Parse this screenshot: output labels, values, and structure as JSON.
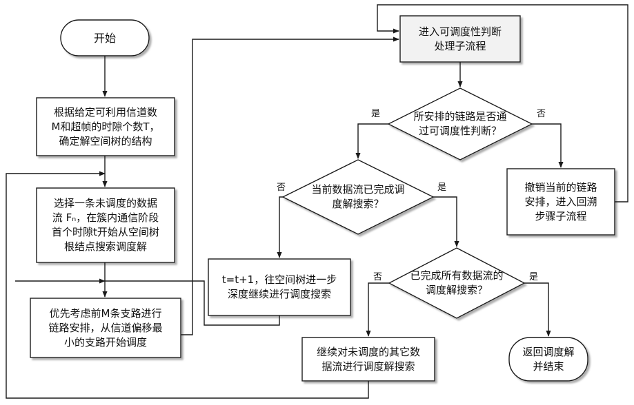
{
  "nodes": {
    "start": "开始",
    "determine_tree": "根据给定可利用信道数\nM和超帧的时隙个数T，\n确定解空间树的结构",
    "select_flow": "选择一条未调度的数据\n流 Fₙ，在簇内通信阶段\n首个时隙t开始从空间树\n根结点搜索调度解",
    "prioritize_branches": "优先考虑前M条支路进行\n链路安排，从信道偏移最\n小的支路开始调度",
    "schedulability_subflow": "进入可调度性判断\n处理子流程",
    "decision_schedulable": "所安排的链路是否通\n过可调度性判断？",
    "revoke_backtrack": "撤销当前的链路\n安排，进入回溯\n步骤子流程",
    "decision_flow_done": "当前数据流已完成调\n度解搜索？",
    "advance_tree": "t=t+1，往空间树进一步\n深度继续进行调度搜索",
    "decision_all_done": "已完成所有数据流的\n调度解搜索？",
    "continue_other": "继续对未调度的其它数\n据流进行调度解搜索",
    "return_end": "返回调度解\n并结束"
  },
  "edge_labels": {
    "schedulable_yes": "是",
    "schedulable_no": "否",
    "flow_done_no": "否",
    "flow_done_yes": "是",
    "all_done_no": "否",
    "all_done_yes": "是"
  },
  "colors": {
    "stroke": "#1a1a1a",
    "fill": "#ffffff",
    "text": "#111111"
  }
}
